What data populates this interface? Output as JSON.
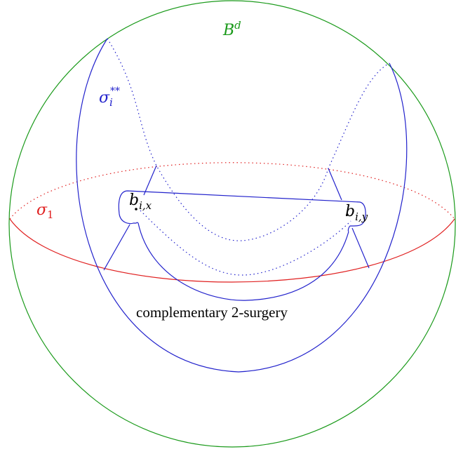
{
  "labels": {
    "ball": {
      "main": "B",
      "sup": "d"
    },
    "sigma_one": {
      "main": "σ",
      "sub": "1"
    },
    "sigma_i": {
      "main": "σ",
      "sub": "i",
      "sup": "**"
    },
    "b_ix": {
      "main": "b",
      "sub": "i,x"
    },
    "b_iy": {
      "main": "b",
      "sub": "i,y"
    },
    "caption": "complementary 2-surgery"
  },
  "colors": {
    "ball": "#1a9a1a",
    "sigma_one": "#e02020",
    "sigma_i": "#2222cc",
    "text": "#000000"
  }
}
